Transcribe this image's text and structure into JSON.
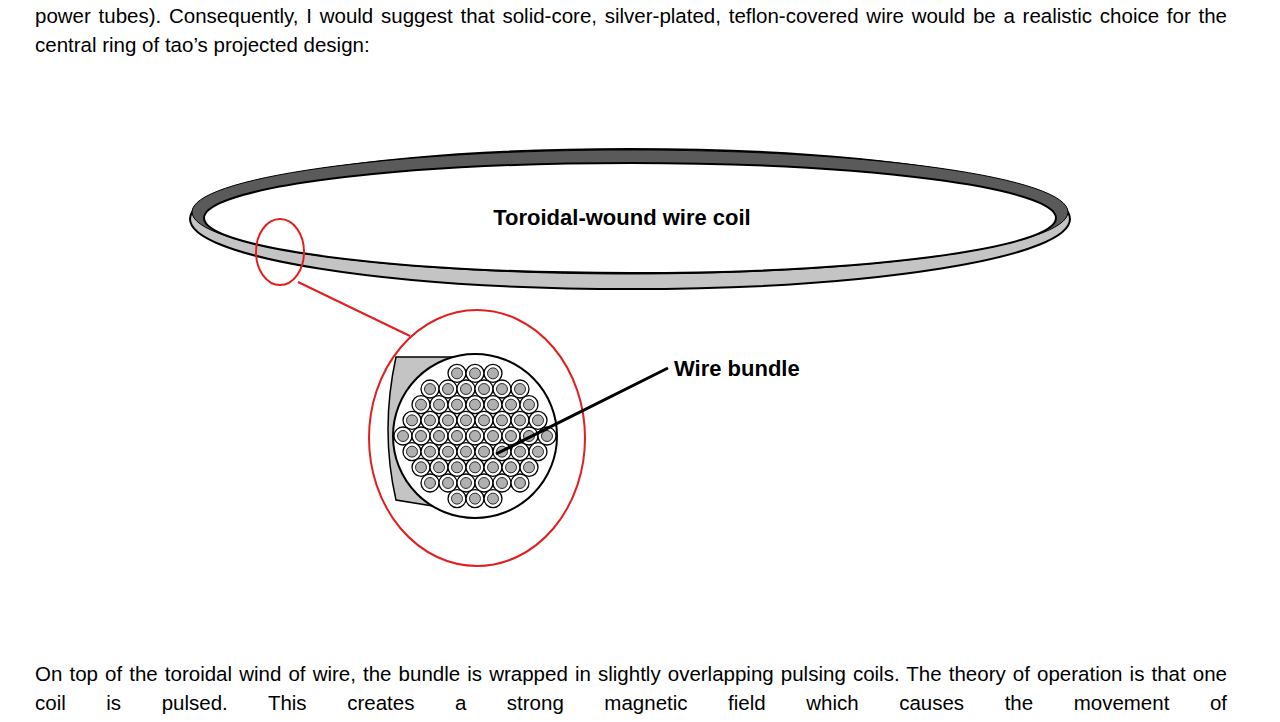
{
  "diagram": {
    "labels": [
      "power tubes).  Consequently, I would suggest that solid-core, silver-plated, teflon-covered wire would be a realistic choice for the central ring of tao’s projected design:",
      "Toroidal-wound wire coil",
      "Wire bundle",
      "On top of the toroidal wind of wire, the bundle is wrapped in slightly overlapping pulsing coils.  The theory of operation is that one coil is pulsed.  This creates a strong magnetic field which causes the movement of"
    ]
  }
}
